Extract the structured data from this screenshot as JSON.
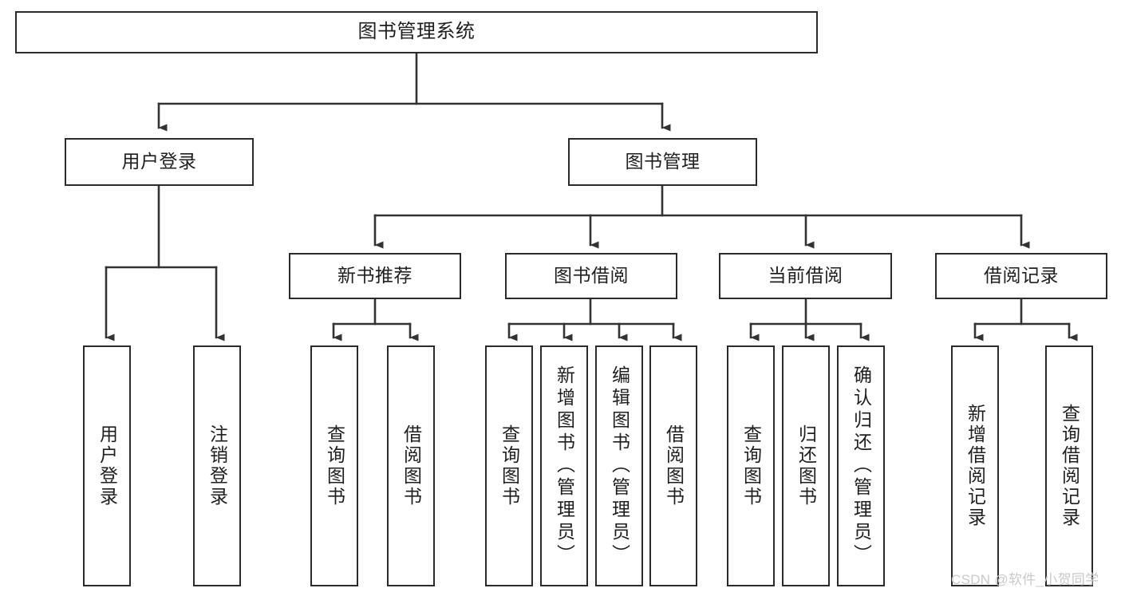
{
  "diagram": {
    "title": "图书管理系统",
    "type": "tree-hierarchy-diagram",
    "nodes": {
      "root": {
        "label": "图书管理系统"
      },
      "level2": [
        {
          "id": "user-login",
          "label": "用户登录"
        },
        {
          "id": "book-management",
          "label": "图书管理"
        }
      ],
      "level3": [
        {
          "id": "new-book-recommend",
          "label": "新书推荐"
        },
        {
          "id": "book-borrow",
          "label": "图书借阅"
        },
        {
          "id": "current-borrow",
          "label": "当前借阅"
        },
        {
          "id": "borrow-record",
          "label": "借阅记录"
        }
      ],
      "leaves": {
        "user_login": [
          {
            "id": "leaf-user-login",
            "label": "用户登录"
          },
          {
            "id": "leaf-logout-login",
            "label": "注销登录"
          }
        ],
        "new_book_recommend": [
          {
            "id": "leaf-query-book-1",
            "label": "查询图书"
          },
          {
            "id": "leaf-borrow-book-1",
            "label": "借阅图书"
          }
        ],
        "book_borrow": [
          {
            "id": "leaf-query-book-2",
            "label": "查询图书"
          },
          {
            "id": "leaf-add-book",
            "label": "新增图书（管理员）"
          },
          {
            "id": "leaf-edit-book",
            "label": "编辑图书（管理员）"
          },
          {
            "id": "leaf-borrow-book-2",
            "label": "借阅图书"
          }
        ],
        "current_borrow": [
          {
            "id": "leaf-query-book-3",
            "label": "查询图书"
          },
          {
            "id": "leaf-return-book",
            "label": "归还图书"
          },
          {
            "id": "leaf-confirm-return",
            "label": "确认归还（管理员）"
          }
        ],
        "borrow_record": [
          {
            "id": "leaf-add-record",
            "label": "新增借阅记录"
          },
          {
            "id": "leaf-query-record",
            "label": "查询借阅记录"
          }
        ]
      }
    },
    "colors": {
      "background": "#ffffff",
      "box_border": "#2b2b2b",
      "box_fill": "#ffffff",
      "connector": "#333333",
      "text": "#1f1f1f",
      "watermark": "#c9c9c9"
    }
  },
  "watermark": {
    "text": "CSDN @软件_小贺同学"
  }
}
